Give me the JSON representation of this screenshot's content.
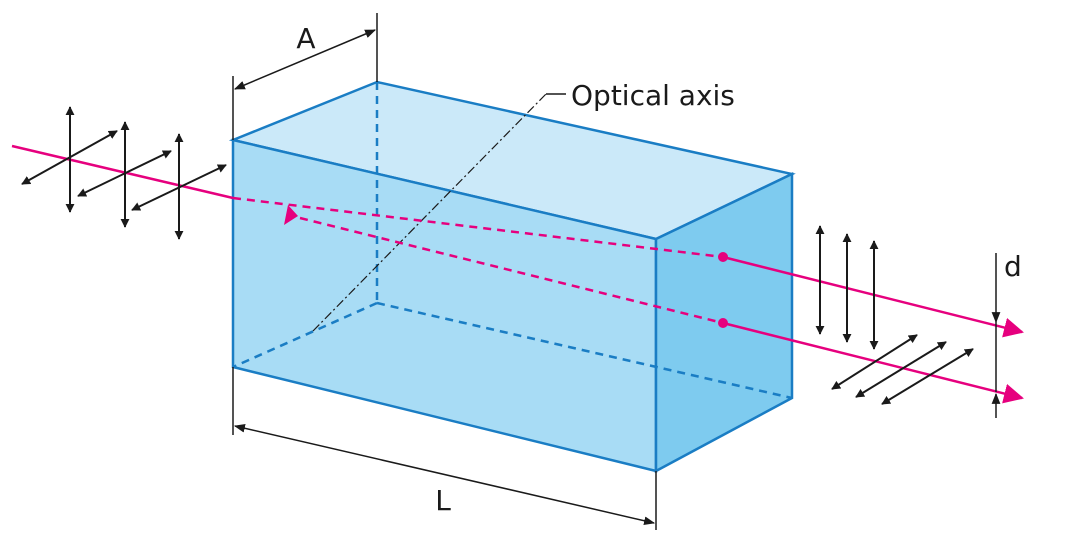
{
  "labels": {
    "width": "A",
    "length": "L",
    "optical_axis": "Optical axis",
    "separation": "d"
  },
  "colors": {
    "crystal_front": "#a8dcf5",
    "crystal_top": "#cbe9f9",
    "crystal_side": "#7ecbef",
    "crystal_edge": "#1a7dc4",
    "beam": "#e6007e",
    "arrow": "#1a1a1a"
  }
}
